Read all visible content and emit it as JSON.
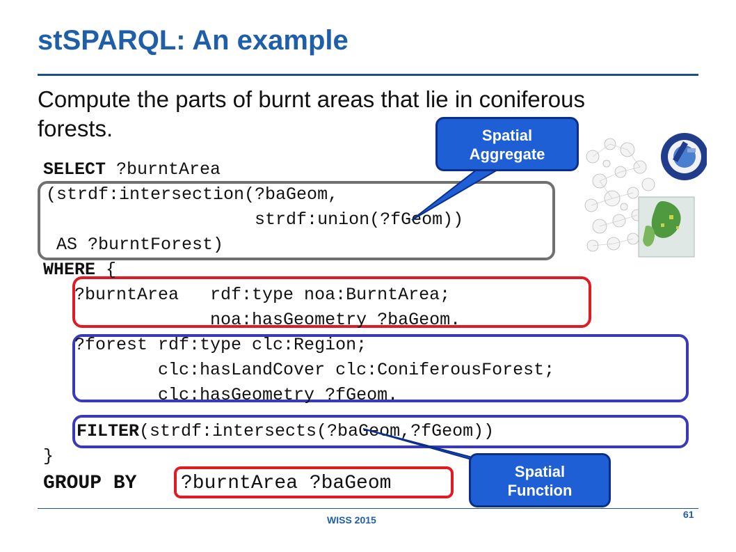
{
  "slide": {
    "title": "stSPARQL: An example",
    "subtitle": "Compute the parts of burnt areas that lie in coniferous forests."
  },
  "query": {
    "select_kw": "SELECT",
    "select_var": " ?burntArea",
    "line2": "(strdf:intersection(?baGeom,",
    "line3": "                    strdf:union(?fGeom))",
    "line4": " AS ?burntForest)",
    "where_kw": "WHERE",
    "where_brace": " {",
    "line6": "   ?burntArea   rdf:type noa:BurntArea;",
    "line7": "                noa:hasGeometry ?baGeom.",
    "line8": "   ?forest rdf:type clc:Region;",
    "line9": "           clc:hasLandCover clc:ConiferousForest;",
    "line10": "           clc:hasGeometry ?fGeom.",
    "filter_kw": "FILTER",
    "filter_rest": "(strdf:intersects(?baGeom,?fGeom))",
    "close_brace": "}",
    "groupby_kw": "GROUP BY",
    "groupby_vars": "?burntArea ?baGeom"
  },
  "callouts": {
    "aggregate": [
      "Spatial",
      "Aggregate"
    ],
    "function": [
      "Spatial",
      "Function"
    ]
  },
  "footer": {
    "event": "WISS 2015",
    "page": "61"
  },
  "images": {
    "logo_icon": "remote-sensing-institute-logo",
    "graph_icon": "ontology-graph-europe-map"
  },
  "colors": {
    "title": "#1f5ea8",
    "callout_fill": "#1f5fd6",
    "red_box": "#e01b24",
    "blue_box": "#3a3ab8",
    "gray_box": "#707070"
  }
}
